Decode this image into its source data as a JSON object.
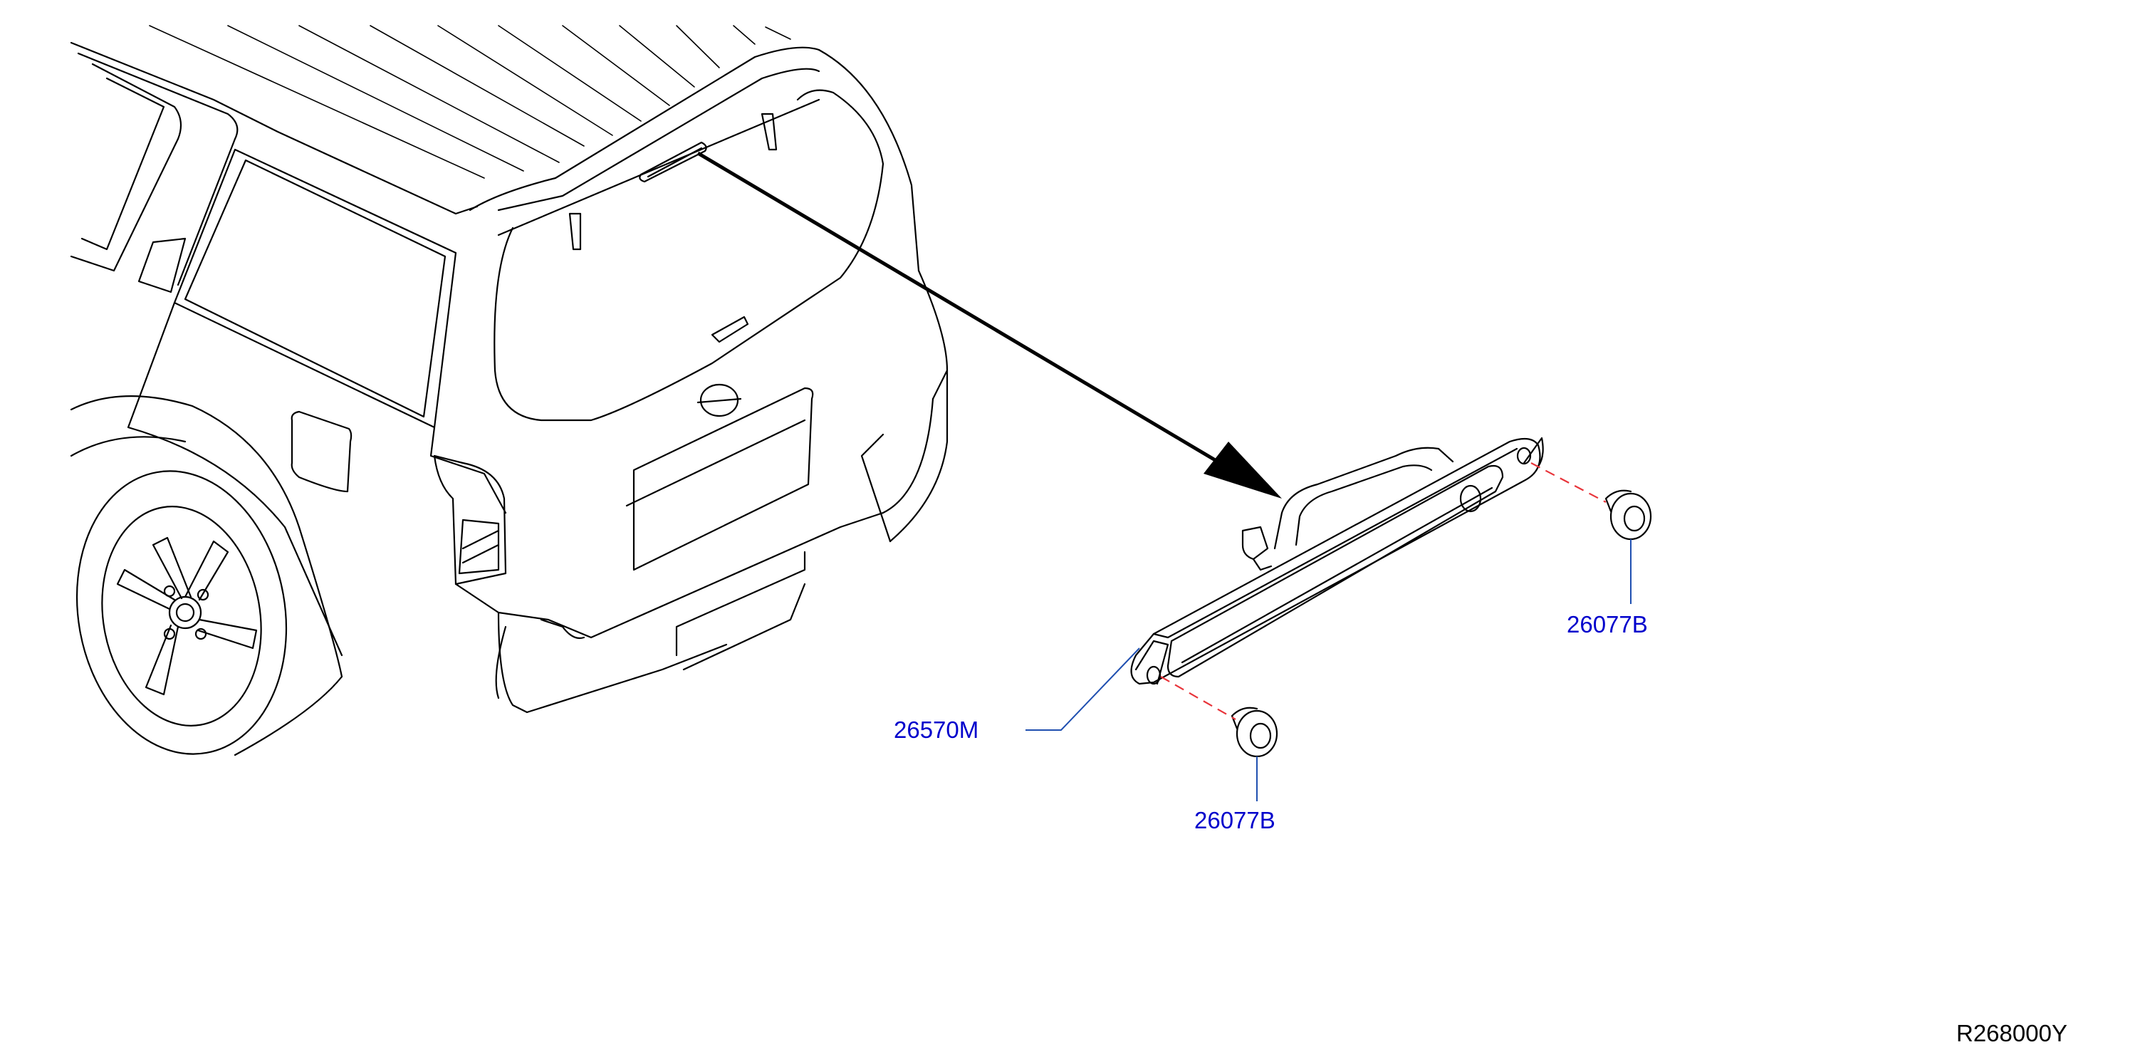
{
  "diagram": {
    "callout_color": "#0000cc",
    "callouts": {
      "lamp_assembly": "26570M",
      "grommet_right": "26077B",
      "grommet_lower": "26077B"
    },
    "reference_code": "R268000Y"
  }
}
